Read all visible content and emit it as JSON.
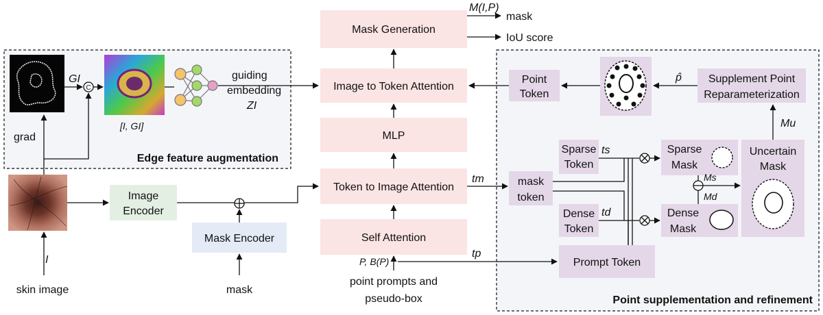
{
  "colors": {
    "pink": "#fbe4e4",
    "purple": "#e3d7e8",
    "green": "#e4efe4",
    "blue": "#e4ebf6",
    "region": "#f4f5f8"
  },
  "blocks": {
    "mask_generation": "Mask Generation",
    "image_to_token": "Image to Token Attention",
    "mlp": "MLP",
    "token_to_image": "Token to Image Attention",
    "self_attention": "Self Attention",
    "image_encoder_1": "Image",
    "image_encoder_2": "Encoder",
    "mask_encoder": "Mask Encoder",
    "point_token_1": "Point",
    "point_token_2": "Token",
    "supplement_1": "Supplement Point",
    "supplement_2": "Reparameterization",
    "sparse_token_1": "Sparse",
    "sparse_token_2": "Token",
    "mask_token_1": "mask",
    "mask_token_2": "token",
    "dense_token_1": "Dense",
    "dense_token_2": "Token",
    "sparse_mask_1": "Sparse",
    "sparse_mask_2": "Mask",
    "dense_mask_1": "Dense",
    "dense_mask_2": "Mask",
    "uncertain_mask_1": "Uncertain",
    "uncertain_mask_2": "Mask",
    "prompt_token": "Prompt Token"
  },
  "labels": {
    "m_ip": "M(I,P)",
    "mask_out": "mask",
    "iou": "IoU score",
    "g_i": "GI",
    "grad": "grad",
    "i_gi": "[I, GI]",
    "guiding": "guiding",
    "embedding": "embedding",
    "z_i": "ZI",
    "edge_title": "Edge feature augmentation",
    "point_title": "Point supplementation and refinement",
    "t_m": "tm",
    "t_s": "ts",
    "t_d": "td",
    "t_p": "tp",
    "p_hat": "p̂",
    "m_u": "Mu",
    "m_s": "Ms",
    "m_d": "Md",
    "i_in": "I",
    "skin_image": "skin image",
    "mask_in": "mask",
    "p_bp": "P, B(P)",
    "point_prompts_1": "point prompts and",
    "point_prompts_2": "pseudo-box",
    "concat": "C"
  }
}
